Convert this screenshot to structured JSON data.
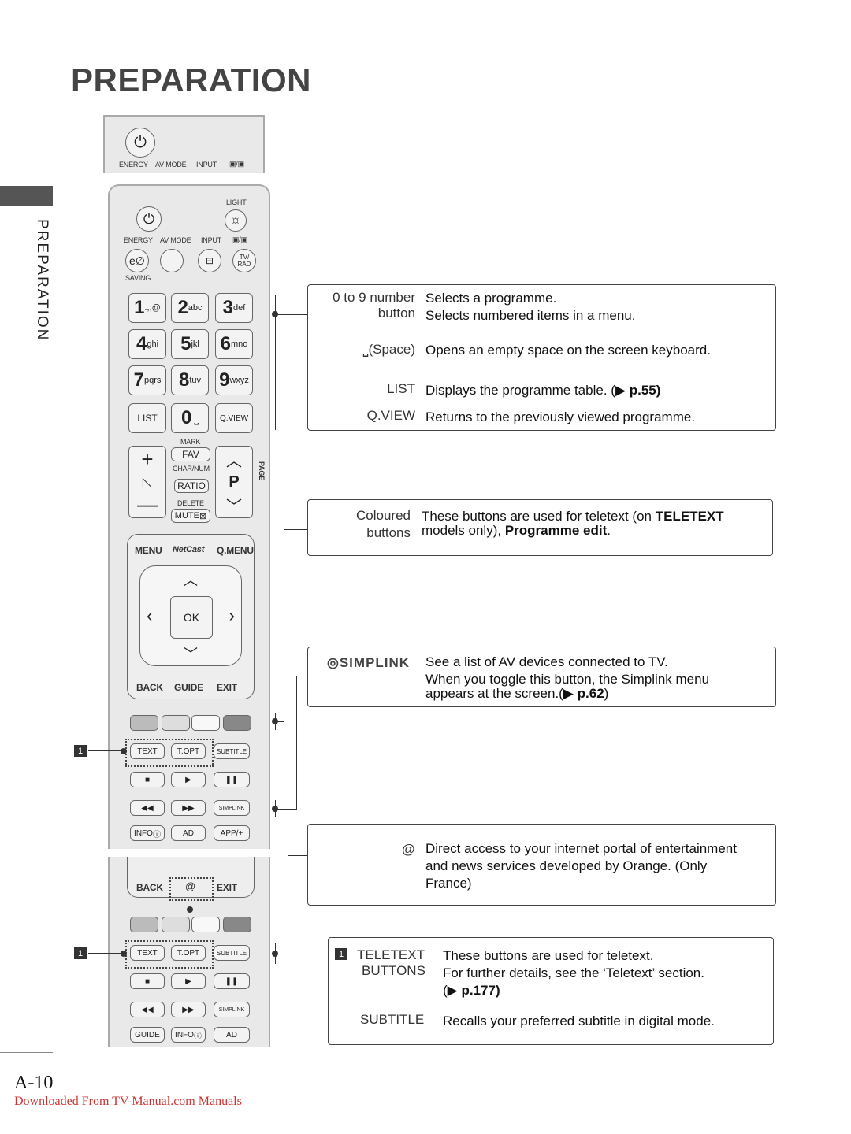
{
  "header": {
    "title": "PREPARATION"
  },
  "sidebar": {
    "label": "PREPARATION"
  },
  "remote_top": {
    "energy": "ENERGY",
    "avmode": "AV MODE",
    "input": "INPUT",
    "tvrad_icon": "tv-rad-icon"
  },
  "remote": {
    "light": "LIGHT",
    "energy": "ENERGY",
    "avmode": "AV MODE",
    "input": "INPUT",
    "saving": "SAVING",
    "tvrad": "TV/ RAD",
    "keys": [
      {
        "n": "1",
        "s": ".,;@"
      },
      {
        "n": "2",
        "s": "abc"
      },
      {
        "n": "3",
        "s": "def"
      },
      {
        "n": "4",
        "s": "ghi"
      },
      {
        "n": "5",
        "s": "jkl"
      },
      {
        "n": "6",
        "s": "mno"
      },
      {
        "n": "7",
        "s": "pqrs"
      },
      {
        "n": "8",
        "s": "tuv"
      },
      {
        "n": "9",
        "s": "wxyz"
      }
    ],
    "list": "LIST",
    "zero": "0",
    "qview": "Q.VIEW",
    "mark": "MARK",
    "fav": "FAV",
    "charnum": "CHAR/NUM",
    "ratio": "RATIO",
    "delete": "DELETE",
    "mute": "MUTE",
    "p": "P",
    "page": "PAGE",
    "menu": "MENU",
    "netcast": "NetCast",
    "qmenu": "Q.MENU",
    "ok": "OK",
    "back": "BACK",
    "guide": "GUIDE",
    "exit": "EXIT",
    "text": "TEXT",
    "topt": "T.OPT",
    "subtitle": "SUBTITLE",
    "simplink": "SIMPLINK",
    "info": "INFO",
    "ad": "AD",
    "app": "APP/+",
    "at": "@"
  },
  "callout_badge": "1",
  "info_boxes": {
    "numbers": {
      "term1": "0 to 9 number",
      "term1b": "button",
      "desc1": "Selects a programme.",
      "desc1b": "Selects numbered items in a menu.",
      "term2": "(Space)",
      "desc2": "Opens an empty space on the screen keyboard.",
      "term3": "LIST",
      "desc3": "Displays the programme table. (",
      "ref3": "p.55)",
      "term4": "Q.VIEW",
      "desc4": "Returns to the previously viewed programme."
    },
    "coloured": {
      "term1": "Coloured",
      "term1b": "buttons",
      "desc_a": "These buttons are used for teletext (on ",
      "desc_b": "TELETEXT",
      "desc_c": "models only), ",
      "desc_d": "Programme edit",
      "desc_e": "."
    },
    "simplink": {
      "logo": "SIMPLINK",
      "desc1": "See a list of AV devices connected to TV.",
      "desc2": "When you toggle this button, the Simplink menu",
      "desc3": "appears at the screen.(",
      "ref": "p.62",
      "desc3_end": ")"
    },
    "at": {
      "term": "@",
      "desc1": "Direct access to your internet portal of entertainment",
      "desc2": "and news services developed by Orange. (Only",
      "desc3": "France)"
    },
    "teletext": {
      "badge": "1",
      "term1": "TELETEXT",
      "term1b": "BUTTONS",
      "desc1": "These buttons are used for teletext.",
      "desc2": "For further details, see the ‘Teletext’ section.",
      "ref": "p.177)",
      "term2": "SUBTITLE",
      "desc3": "Recalls your preferred subtitle in digital mode."
    }
  },
  "footer": {
    "page_number": "A-10",
    "link": "Downloaded From TV-Manual.com Manuals"
  }
}
